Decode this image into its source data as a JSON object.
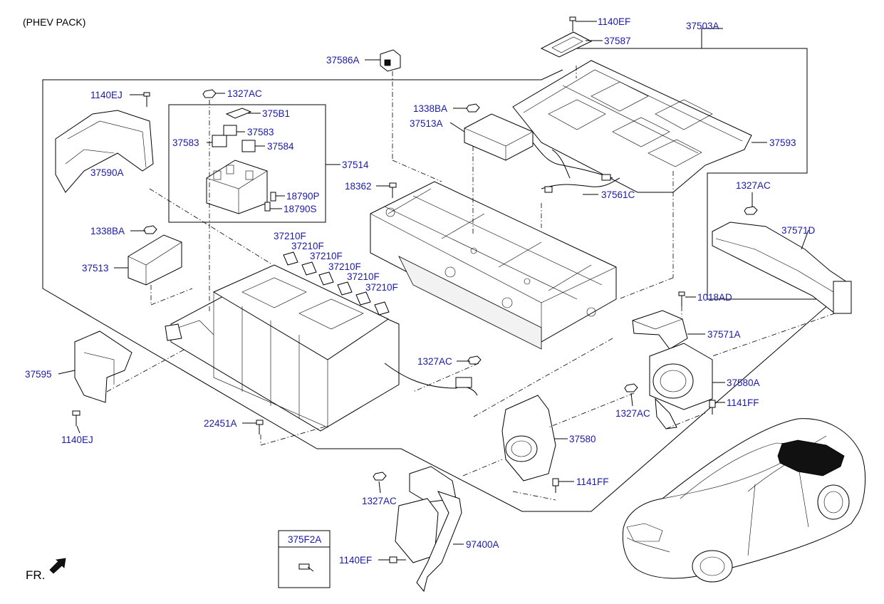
{
  "header": {
    "title": "(PHEV PACK)"
  },
  "labels": {
    "l_1140EF_top": "1140EF",
    "l_37587": "37587",
    "l_37503A": "37503A",
    "l_37586A": "37586A",
    "l_1140EJ_top": "1140EJ",
    "l_1327AC_top": "1327AC",
    "l_375B1": "375B1",
    "l_37583_a": "37583",
    "l_37583_b": "37583",
    "l_37584": "37584",
    "l_37514": "37514",
    "l_18790P": "18790P",
    "l_18790S": "18790S",
    "l_37590A": "37590A",
    "l_1338BA_top": "1338BA",
    "l_37513A": "37513A",
    "l_37593": "37593",
    "l_18362": "18362",
    "l_37561C": "37561C",
    "l_1327AC_right": "1327AC",
    "l_37571D": "37571D",
    "l_1338BA_left": "1338BA",
    "l_37513": "37513",
    "l_37210F_1": "37210F",
    "l_37210F_2": "37210F",
    "l_37210F_3": "37210F",
    "l_37210F_4": "37210F",
    "l_37210F_5": "37210F",
    "l_37210F_6": "37210F",
    "l_1018AD": "1018AD",
    "l_37571A": "37571A",
    "l_37595": "37595",
    "l_1327AC_mid": "1327AC",
    "l_37580A": "37580A",
    "l_1327AC_fan": "1327AC",
    "l_1141FF_a": "1141FF",
    "l_1140EJ_bottom": "1140EJ",
    "l_22451A": "22451A",
    "l_37580": "37580",
    "l_1141FF_b": "1141FF",
    "l_1327AC_bottom": "1327AC",
    "l_97400A": "97400A",
    "l_1140EF_bottom": "1140EF",
    "l_375F2A": "375F2A"
  },
  "direction": {
    "label": "FR."
  },
  "colors": {
    "label": "#1a1aa6",
    "line": "#000000",
    "highlight": "#111111"
  }
}
